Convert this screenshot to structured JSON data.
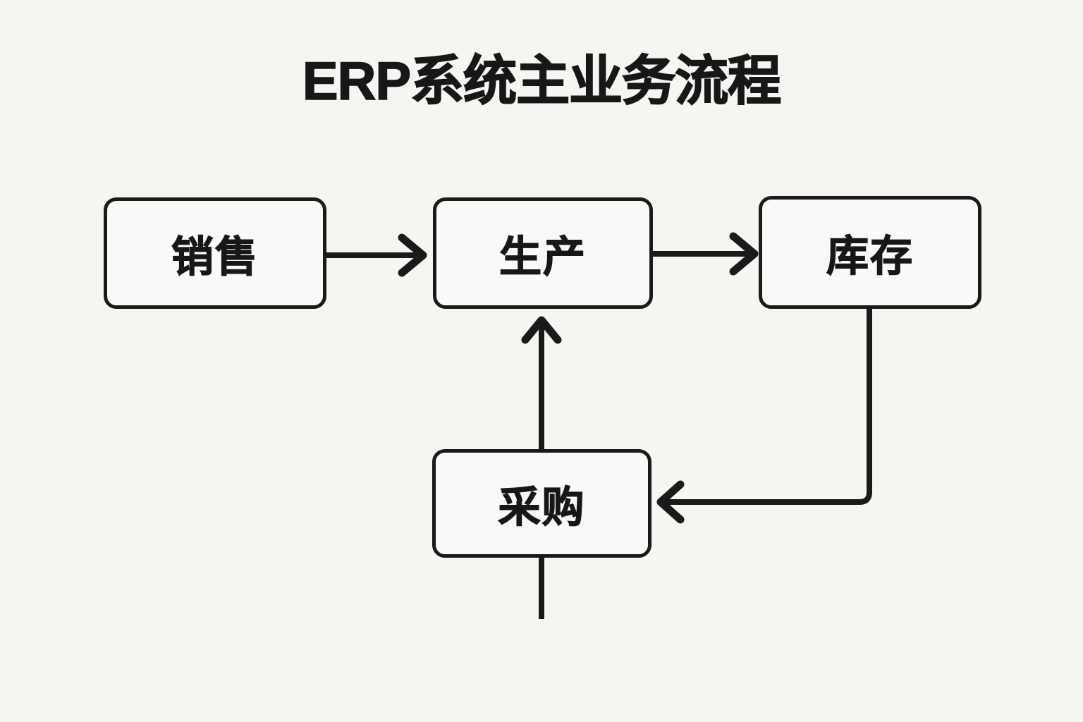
{
  "diagram": {
    "title": "ERP系统主业务流程",
    "background_color": "#f6f5f2",
    "stroke_color": "#1a1a1a",
    "node_fill_color": "#faf9f7",
    "text_color": "#171717",
    "type": "flowchart",
    "nodes": [
      {
        "id": "sales",
        "label": "销售"
      },
      {
        "id": "production",
        "label": "生产"
      },
      {
        "id": "inventory",
        "label": "库存"
      },
      {
        "id": "purchasing",
        "label": "采购"
      }
    ],
    "edges": [
      {
        "id": "sales-to-production",
        "from": "销售",
        "to": "生产",
        "direction": "right"
      },
      {
        "id": "production-to-inventory",
        "from": "生产",
        "to": "库存",
        "direction": "right"
      },
      {
        "id": "inventory-to-purchasing",
        "from": "库存",
        "to": "采购",
        "direction": "down-left"
      },
      {
        "id": "purchasing-to-production",
        "from": "采购",
        "to": "生产",
        "direction": "up"
      },
      {
        "id": "purchasing-outflow-stub",
        "from": "采购",
        "to": "",
        "direction": "down"
      }
    ]
  }
}
